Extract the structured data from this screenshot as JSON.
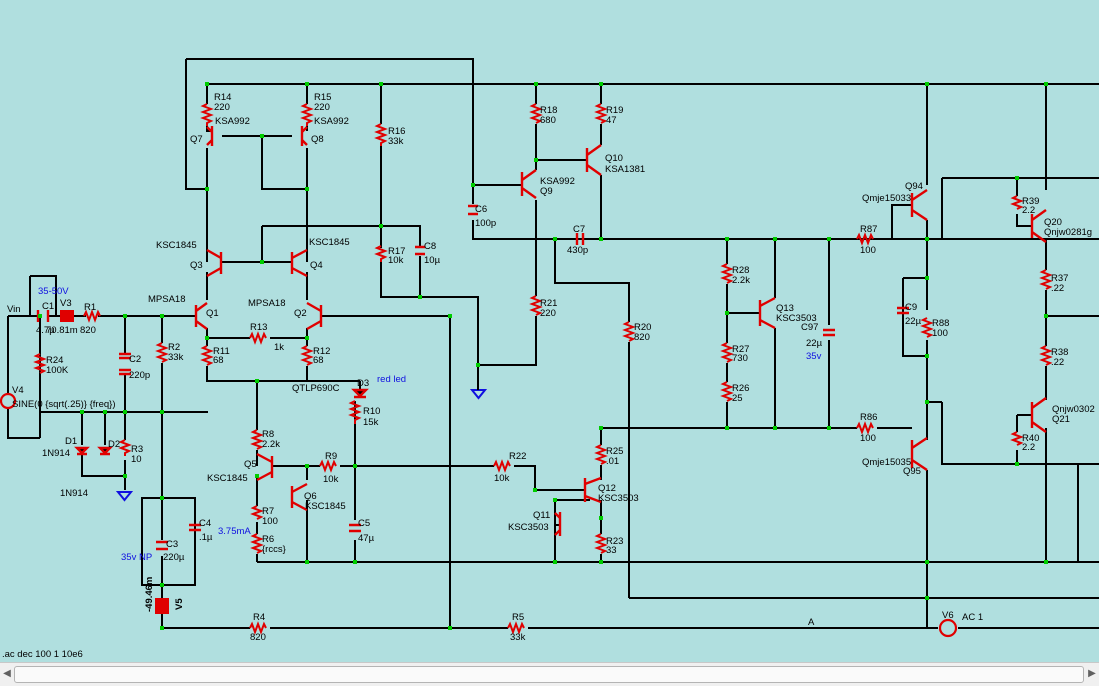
{
  "components": {
    "r14": {
      "ref": "R14",
      "value": "220"
    },
    "r15": {
      "ref": "R15",
      "value": "220"
    },
    "r16": {
      "ref": "R16",
      "value": "33k"
    },
    "r17": {
      "ref": "R17",
      "value": "10k"
    },
    "r18": {
      "ref": "R18",
      "value": "680"
    },
    "r19": {
      "ref": "R19",
      "value": "47"
    },
    "r1": {
      "ref": "R1",
      "value": "820"
    },
    "r24": {
      "ref": "R24",
      "value": "100K"
    },
    "r2": {
      "ref": "R2",
      "value": "33k"
    },
    "r11": {
      "ref": "R11",
      "value": "68"
    },
    "r12": {
      "ref": "R12",
      "value": "68"
    },
    "r13": {
      "ref": "R13",
      "value": "1k"
    },
    "r21": {
      "ref": "R21",
      "value": "220"
    },
    "r20": {
      "ref": "R20",
      "value": "820"
    },
    "r28": {
      "ref": "R28",
      "value": "2.2k"
    },
    "r27": {
      "ref": "R27",
      "value": "730"
    },
    "r26": {
      "ref": "R26",
      "value": "25"
    },
    "r87": {
      "ref": "R87",
      "value": "100"
    },
    "r86": {
      "ref": "R86",
      "value": "100"
    },
    "r88": {
      "ref": "R88",
      "value": "100"
    },
    "r39": {
      "ref": "R39",
      "value": "2.2"
    },
    "r37": {
      "ref": "R37",
      "value": ".22"
    },
    "r38": {
      "ref": "R38",
      "value": ".22"
    },
    "r40": {
      "ref": "R40",
      "value": "2.2"
    },
    "r3": {
      "ref": "R3",
      "value": "10"
    },
    "r8": {
      "ref": "R8",
      "value": "2.2k"
    },
    "r9": {
      "ref": "R9",
      "value": "10k"
    },
    "r10": {
      "ref": "R10",
      "value": "15k"
    },
    "r7": {
      "ref": "R7",
      "value": "100"
    },
    "r6": {
      "ref": "R6",
      "value": "{rccs}"
    },
    "r22": {
      "ref": "R22",
      "value": "10k"
    },
    "r25": {
      "ref": "R25",
      "value": ".01"
    },
    "r23": {
      "ref": "R23",
      "value": "33"
    },
    "r4": {
      "ref": "R4",
      "value": "820"
    },
    "r5": {
      "ref": "R5",
      "value": "33k"
    },
    "c1": {
      "ref": "C1",
      "value": "4.7µ"
    },
    "c2": {
      "ref": "C2",
      "value": "220p"
    },
    "c3": {
      "ref": "C3",
      "value": "220µ"
    },
    "c4": {
      "ref": "C4",
      "value": ".1µ"
    },
    "c5": {
      "ref": "C5",
      "value": "47µ"
    },
    "c6": {
      "ref": "C6",
      "value": "100p"
    },
    "c7": {
      "ref": "C7",
      "value": "430p"
    },
    "c8": {
      "ref": "C8",
      "value": "10µ"
    },
    "c9": {
      "ref": "C9",
      "value": "22µ"
    },
    "c97": {
      "ref": "C97",
      "value": "22µ"
    },
    "q1": {
      "ref": "Q1",
      "part": "MPSA18"
    },
    "q2": {
      "ref": "Q2",
      "part": "MPSA18"
    },
    "q3": {
      "ref": "Q3",
      "part": "KSC1845"
    },
    "q4": {
      "ref": "Q4",
      "part": "KSC1845"
    },
    "q5": {
      "ref": "Q5",
      "part": "KSC1845"
    },
    "q6": {
      "ref": "Q6",
      "part": "KSC1845"
    },
    "q7": {
      "ref": "Q7",
      "part": "KSA992"
    },
    "q8": {
      "ref": "Q8",
      "part": "KSA992"
    },
    "q9": {
      "ref": "Q9",
      "part": "KSA992"
    },
    "q10": {
      "ref": "Q10",
      "part": "KSA1381"
    },
    "q11": {
      "ref": "Q11",
      "part": "KSC3503"
    },
    "q12": {
      "ref": "Q12",
      "part": "KSC3503"
    },
    "q13": {
      "ref": "Q13",
      "part": "KSC3503"
    },
    "q94": {
      "ref": "Q94",
      "part": "Qmje15033"
    },
    "q95": {
      "ref": "Q95",
      "part": "Qmje15035"
    },
    "q20": {
      "ref": "Q20",
      "part": "Qnjw0281g"
    },
    "q21": {
      "ref": "Q21",
      "part": "Qnjw0302"
    },
    "d1": {
      "ref": "D1",
      "part": "1N914"
    },
    "d2": {
      "ref": "D2",
      "part": "1N914"
    },
    "d3": {
      "ref": "D3",
      "part": "QTLP690C"
    },
    "v3": {
      "ref": "V3",
      "value": "70.81m"
    },
    "v4": {
      "ref": "V4",
      "value": "SINE(0 {sqrt(.25)} {freq})"
    },
    "v5": {
      "ref": "V5",
      "value": "-49.46m"
    },
    "v6": {
      "ref": "V6",
      "value": "AC 1"
    }
  },
  "annotations": {
    "c1_rating": "35-50V",
    "c3_rating": "35v NP",
    "c97_rating": "35v",
    "d3_note": "red led",
    "current_note": "3.75mA",
    "vin_label": "Vin",
    "net_a": "A",
    "sim_directive": ".ac dec 100 1 10e6"
  },
  "colors": {
    "background": "#b0dfdf",
    "wire": "#000000",
    "component": "#e00000",
    "junction": "#00cc00",
    "annotation": "#1010e0"
  },
  "scrollbar": {
    "left_arrow": "◀",
    "right_arrow": "▶"
  }
}
